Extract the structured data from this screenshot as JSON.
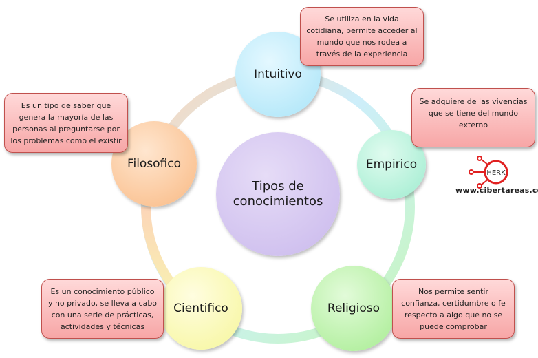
{
  "center": {
    "label": "Tipos de conocimientos"
  },
  "nodes": [
    {
      "label": "Intuitivo",
      "color": "#bfeefc",
      "description": "Se utiliza en la vida cotidiana, permite acceder al mundo que nos rodea a través de la experiencia"
    },
    {
      "label": "Empirico",
      "color": "#b4f3dc",
      "description": "Se adquiere de las vivencias que se tiene del mundo externo"
    },
    {
      "label": "Religioso",
      "color": "#b8f2a8",
      "description": "Nos permite sentir confianza, certidumbre o fe respecto a algo que no se puede comprobar"
    },
    {
      "label": "Cientifico",
      "color": "#fafaa8",
      "description": "Es un conocimiento público y no privado, se lleva a cabo con una serie de prácticas, actividades y técnicas"
    },
    {
      "label": "Filosofico",
      "color": "#fcc89a",
      "description": "Es un tipo de saber que genera la mayoría de las personas al preguntarse por los problemas como el existir"
    }
  ],
  "logo": {
    "text": "HERK",
    "url": "www.cibertareas.com",
    "color": "#e02020"
  }
}
